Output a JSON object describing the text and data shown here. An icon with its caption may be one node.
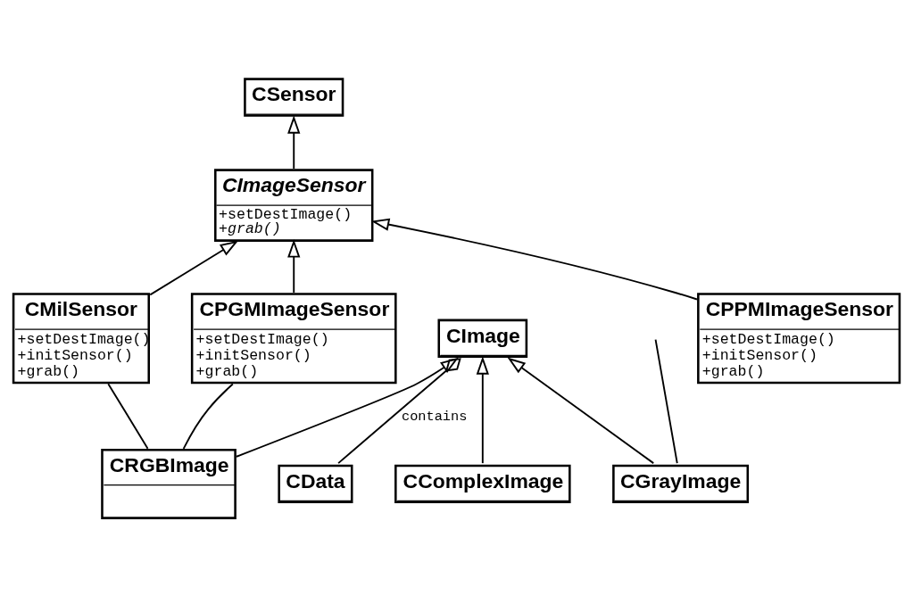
{
  "diagram": {
    "nodes": [
      {
        "text": [
          "CSensor"
        ]
      },
      {
        "text": [
          "CData"
        ]
      },
      {
        "text": [
          "CComplexImage"
        ]
      },
      {
        "text": [
          "CImageSensor",
          "+setDestImage()",
          "+grab()"
        ]
      },
      {
        "text": [
          "CImage"
        ]
      },
      {
        "text": [
          "CGrayImage"
        ]
      },
      {
        "text": [
          "CRGBImage"
        ]
      },
      {
        "text": [
          "CMilSensor",
          "+setDestImage()",
          "+initSensor()",
          "+grab()"
        ]
      },
      {
        "text": [
          "CPGMImageSensor",
          "+setDestImage()",
          "+initSensor()",
          "+grab()"
        ]
      },
      {
        "text": [
          "CPPMImageSensor",
          "+setDestImage()",
          "+initSensor()",
          "+grab()"
        ]
      }
    ],
    "edges": [
      {
        "from": 3,
        "to": 0,
        "arrow": "to"
      },
      {
        "from": 1,
        "to": 4,
        "arrow": "other",
        "label": "contains"
      },
      {
        "from": 2,
        "to": 4,
        "arrow": "to"
      },
      {
        "from": 5,
        "to": 4,
        "arrow": "to"
      },
      {
        "from": 6,
        "to": 4,
        "arrow": "to"
      },
      {
        "from": 7,
        "to": 3,
        "arrow": "to"
      },
      {
        "from": 8,
        "to": 3,
        "arrow": "to"
      },
      {
        "from": 9,
        "to": 3,
        "arrow": "to"
      },
      {
        "from": 6,
        "to": 7,
        "arrow": "none"
      },
      {
        "from": 6,
        "to": 8,
        "arrow": "none"
      },
      {
        "from": 5,
        "to": null,
        "arrow": "none"
      }
    ]
  }
}
